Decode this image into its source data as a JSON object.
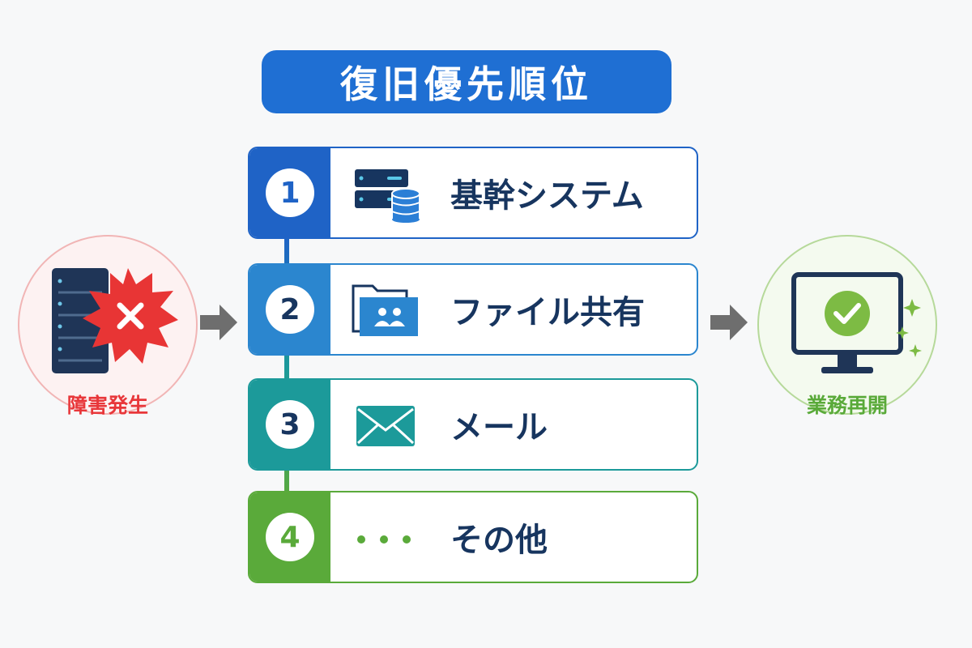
{
  "title": "復旧優先順位",
  "left": {
    "label": "障害発生",
    "icon": "server-error-icon"
  },
  "right": {
    "label": "業務再開",
    "icon": "monitor-check-icon"
  },
  "steps": [
    {
      "number": "1",
      "label": "基幹システム",
      "icon": "server-database-icon",
      "color": "#1f63c6"
    },
    {
      "number": "2",
      "label": "ファイル共有",
      "icon": "shared-folder-icon",
      "color": "#2b86cf"
    },
    {
      "number": "3",
      "label": "メール",
      "icon": "mail-icon",
      "color": "#1c9a9a"
    },
    {
      "number": "4",
      "label": "その他",
      "icon": "ellipsis-icon",
      "color": "#5aaa3a"
    }
  ],
  "colors": {
    "title_bg": "#1f6fd3",
    "error_red": "#e83535",
    "success_green": "#7dbb44",
    "dark_navy": "#17355f",
    "arrow_gray": "#6e6e6e"
  }
}
